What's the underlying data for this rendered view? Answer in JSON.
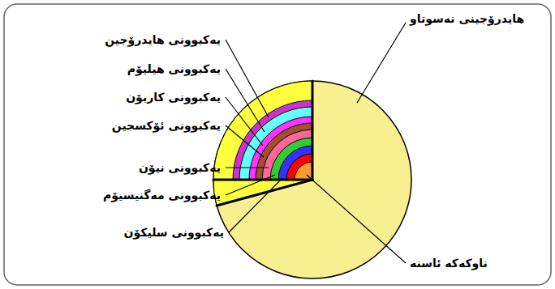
{
  "diagram": {
    "labels": [
      "هایدرۆجینی نەسوتاو",
      "یەکبوونی هایدرۆجین",
      "یەکبوونی هیلیۆم",
      "یەکبوونی کاربۆن",
      "یەکبوونی ئۆکسجین",
      "یەکبوونی نیۆن",
      "یەکبوونی مەگنیسیۆم",
      "یەکبوونی سلیکۆن",
      "ناوکەکە ئاسنە"
    ]
  }
}
